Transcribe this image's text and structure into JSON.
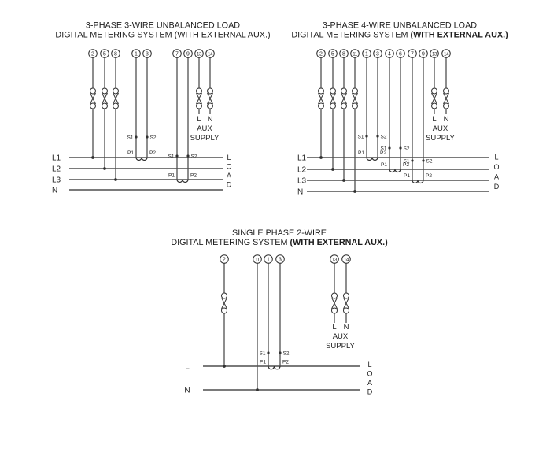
{
  "meta": {
    "background": "#ffffff",
    "ink": "#303030",
    "bus_color": "#4f4f4f"
  },
  "d1": {
    "title_line1": "3-PHASE 3-WIRE UNBALANCED LOAD",
    "title_line2": "DIGITAL METERING SYSTEM (WITH EXTERNAL AUX.)",
    "terminals": [
      "2",
      "5",
      "8",
      "1",
      "3",
      "7",
      "9",
      "13",
      "14"
    ],
    "bus": [
      "L1",
      "L2",
      "L3",
      "N"
    ],
    "load": [
      "L",
      "O",
      "A",
      "D"
    ],
    "ct": {
      "s1": "S1",
      "s2": "S2",
      "p1": "P1",
      "p2": "P2"
    },
    "aux": {
      "l": "L",
      "n": "N",
      "line1": "AUX",
      "line2": "SUPPLY"
    }
  },
  "d2": {
    "title_line1": "3-PHASE 4-WIRE UNBALANCED LOAD",
    "title_line2_normal": "DIGITAL METERING SYSTEM ",
    "title_line2_bold": "(WITH EXTERNAL AUX.)",
    "terminals": [
      "2",
      "5",
      "8",
      "11",
      "1",
      "3",
      "4",
      "6",
      "7",
      "9",
      "13",
      "14"
    ],
    "bus": [
      "L1",
      "L2",
      "L3",
      "N"
    ],
    "load": [
      "L",
      "O",
      "A",
      "D"
    ],
    "ct": {
      "s1": "S1",
      "s2": "S2",
      "p1": "P1",
      "p2": "P2"
    },
    "aux": {
      "l": "L",
      "n": "N",
      "line1": "AUX",
      "line2": "SUPPLY"
    }
  },
  "d3": {
    "title_line1": "SINGLE PHASE 2-WIRE",
    "title_line2_normal": "DIGITAL METERING SYSTEM ",
    "title_line2_bold": "(WITH EXTERNAL AUX.)",
    "terminals": [
      "2",
      "11",
      "1",
      "3",
      "13",
      "14"
    ],
    "bus": [
      "L",
      "N"
    ],
    "load": [
      "L",
      "O",
      "A",
      "D"
    ],
    "ct": {
      "s1": "S1",
      "s2": "S2",
      "p1": "P1",
      "p2": "P2"
    },
    "aux": {
      "l": "L",
      "n": "N",
      "line1": "AUX",
      "line2": "SUPPLY"
    }
  }
}
